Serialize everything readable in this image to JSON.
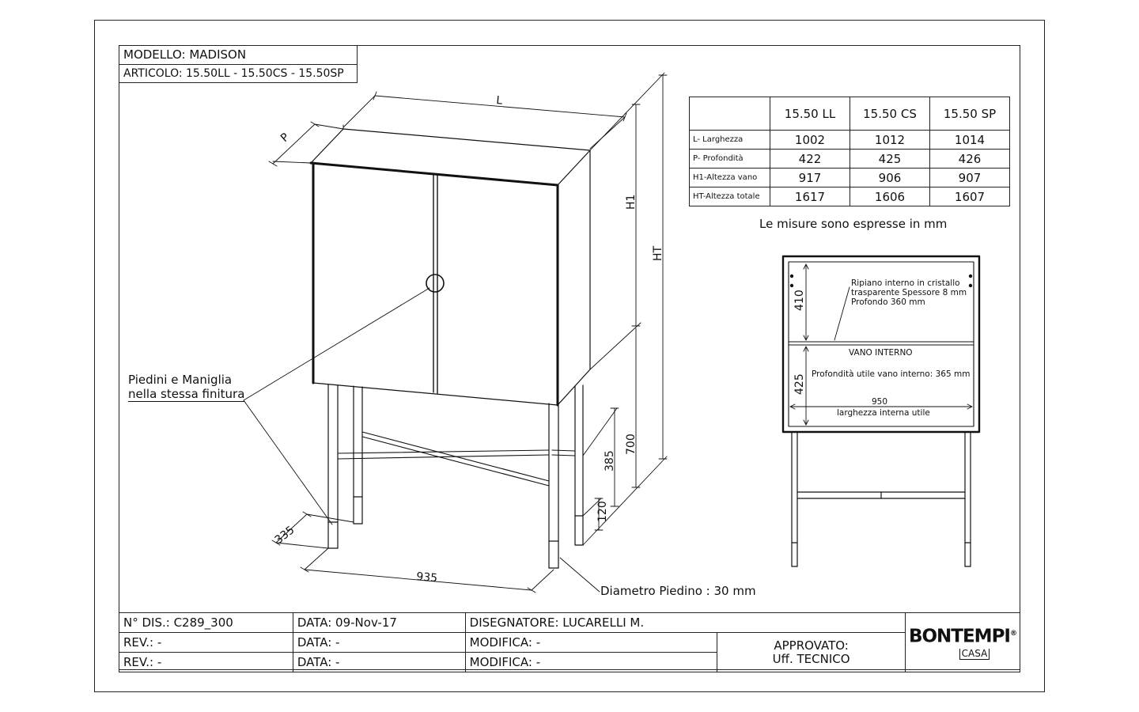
{
  "header": {
    "modello": "MODELLO: MADISON",
    "articolo": "ARTICOLO: 15.50LL - 15.50CS - 15.50SP"
  },
  "spec_table": {
    "columns": [
      "15.50 LL",
      "15.50 CS",
      "15.50 SP"
    ],
    "rows": [
      {
        "label": "L- Larghezza",
        "values": [
          "1002",
          "1012",
          "1014"
        ]
      },
      {
        "label": "P- Profondità",
        "values": [
          "422",
          "425",
          "426"
        ]
      },
      {
        "label": "H1-Altezza vano",
        "values": [
          "917",
          "906",
          "907"
        ]
      },
      {
        "label": "HT-Altezza totale",
        "values": [
          "1617",
          "1606",
          "1607"
        ]
      }
    ],
    "units_note": "Le misure sono espresse in mm"
  },
  "iso_view": {
    "dim_L": "L",
    "dim_P": "P",
    "dim_H1": "H1",
    "dim_HT": "HT",
    "dim_700": "700",
    "dim_385": "385",
    "dim_120": "120",
    "dim_335": "335",
    "dim_935": "935",
    "note_finish_1": "Piedini e Maniglia",
    "note_finish_2": "nella stessa finitura",
    "note_foot": "Diametro Piedino : 30 mm"
  },
  "front_view": {
    "dim_410": "410",
    "dim_425": "425",
    "dim_950": "950",
    "shelf_note_1": "Ripiano interno in cristallo",
    "shelf_note_2": "trasparente Spessore 8 mm",
    "shelf_note_3": "Profondo 360 mm",
    "vano_label": "VANO INTERNO",
    "depth_note": "Profondità utile vano interno: 365 mm",
    "width_note": "larghezza interna utile"
  },
  "title_block": {
    "n_dis": "N° DIS.: C289_300",
    "data_1": "DATA: 09-Nov-17",
    "disegnatore": "DISEGNATORE: LUCARELLI M.",
    "rev_1": "REV.: -",
    "data_2": "DATA: -",
    "modifica_1": "MODIFICA: -",
    "rev_2": "REV.: -",
    "data_3": "DATA: -",
    "modifica_2": "MODIFICA: -",
    "approvato_1": "APPROVATO:",
    "approvato_2": "Uff. TECNICO",
    "logo_main": "BONTEMPI",
    "logo_sub": "CASA"
  }
}
